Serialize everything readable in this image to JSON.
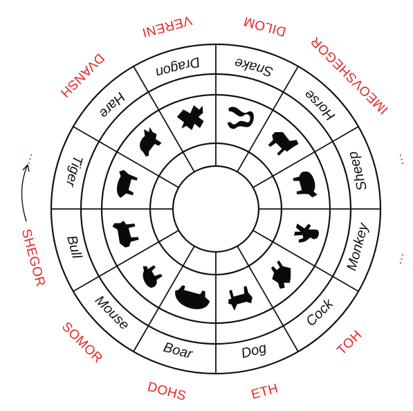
{
  "colors": {
    "ink": "#111111",
    "accent": "#e32626",
    "background": "#ffffff"
  },
  "wheel": {
    "animals": [
      {
        "label": "Snake",
        "icon": "snake-icon"
      },
      {
        "label": "Horse",
        "icon": "horse-icon"
      },
      {
        "label": "Sheep",
        "icon": "sheep-icon"
      },
      {
        "label": "Monkey",
        "icon": "monkey-icon"
      },
      {
        "label": "Cock",
        "icon": "cock-icon"
      },
      {
        "label": "Dog",
        "icon": "dog-icon"
      },
      {
        "label": "Boar",
        "icon": "boar-icon"
      },
      {
        "label": "Mouse",
        "icon": "mouse-icon"
      },
      {
        "label": "Bull",
        "icon": "bull-icon"
      },
      {
        "label": "Tiger",
        "icon": "tiger-icon"
      },
      {
        "label": "Hare",
        "icon": "hare-icon"
      },
      {
        "label": "Dragon",
        "icon": "dragon-icon"
      }
    ]
  },
  "outer_labels": [
    {
      "text": "DILOM"
    },
    {
      "text": "IMEOVSHEGOR"
    },
    {
      "text": "…"
    },
    {
      "text": "…"
    },
    {
      "text": "TOH"
    },
    {
      "text": "ETH"
    },
    {
      "text": "DOHS"
    },
    {
      "text": "SOMOR"
    },
    {
      "text": "SHEGOR"
    },
    {
      "text": "…"
    },
    {
      "text": "DVANSH"
    },
    {
      "text": "VERENI"
    }
  ],
  "direction_arrow": {
    "icon": "direction-arrow-icon"
  }
}
